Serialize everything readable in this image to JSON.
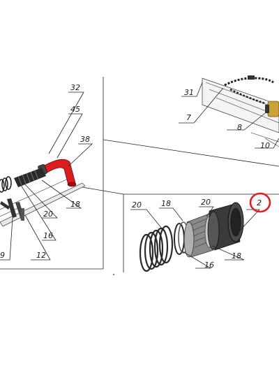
{
  "callouts": {
    "c32": "32",
    "c45": "45",
    "c38": "38",
    "c31": "31",
    "c7": "7",
    "c8": "8",
    "c10": "10",
    "c18_left": "18",
    "c20_left": "20",
    "c16_left": "16",
    "c9": "9",
    "c12": "12",
    "c20_detail_a": "20",
    "c18_detail_a": "18",
    "c20_detail_b": "20",
    "c2": "2",
    "c16_detail": "16",
    "c18_detail_b": "18"
  },
  "colors": {
    "highlight": "#e02020",
    "elbow_red": "#d81e1e",
    "brass": "#c9a23a",
    "steel_dark": "#2a2a2a",
    "steel_mid": "#7a7a7a"
  },
  "icons": {
    "highlight_marker": "red-circle-outline"
  }
}
